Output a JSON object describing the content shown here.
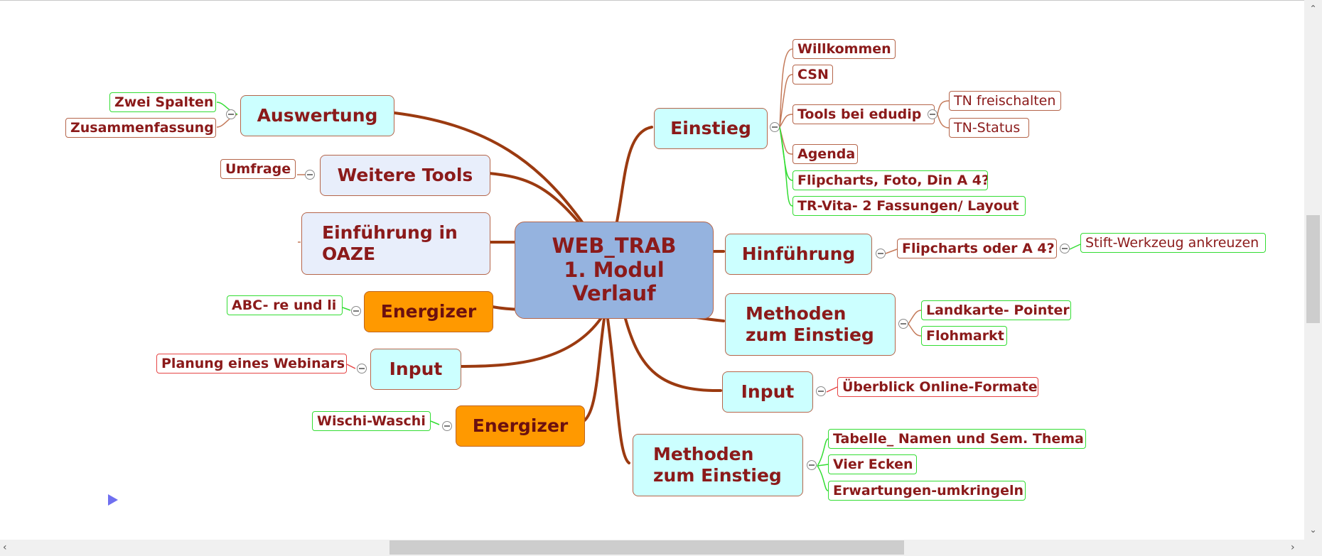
{
  "center": {
    "label": "WEB_TRAB\n1. Modul\nVerlauf"
  },
  "left": [
    {
      "key": "auswertung",
      "label": "Auswertung",
      "children": [
        {
          "key": "zwei-spalten",
          "label": "Zwei Spalten"
        },
        {
          "key": "zusammenfassung",
          "label": "Zusammenfassung"
        }
      ]
    },
    {
      "key": "weitere-tools",
      "label": "Weitere Tools",
      "children": [
        {
          "key": "umfrage",
          "label": "Umfrage"
        }
      ]
    },
    {
      "key": "einfuehrung",
      "label": "Einführung in\nOAZE",
      "children": []
    },
    {
      "key": "energizer-1",
      "label": "Energizer",
      "children": [
        {
          "key": "abc",
          "label": "ABC- re und li"
        }
      ]
    },
    {
      "key": "input-left",
      "label": "Input",
      "children": [
        {
          "key": "planung",
          "label": "Planung eines Webinars"
        }
      ]
    },
    {
      "key": "energizer-2",
      "label": "Energizer",
      "children": [
        {
          "key": "wischi",
          "label": "Wischi-Waschi"
        }
      ]
    }
  ],
  "right": [
    {
      "key": "einstieg",
      "label": "Einstieg",
      "children": [
        {
          "key": "willkommen",
          "label": "Willkommen"
        },
        {
          "key": "csn",
          "label": "CSN"
        },
        {
          "key": "tools-edudip",
          "label": "Tools bei edudip",
          "children": [
            {
              "key": "tn-freischalten",
              "label": "TN freischalten"
            },
            {
              "key": "tn-status",
              "label": "TN-Status"
            }
          ]
        },
        {
          "key": "agenda",
          "label": "Agenda"
        },
        {
          "key": "flipcharts-foto",
          "label": "Flipcharts, Foto, Din A 4?"
        },
        {
          "key": "tr-vita",
          "label": "TR-Vita- 2 Fassungen/ Layout"
        }
      ]
    },
    {
      "key": "hinfuehrung",
      "label": "Hinführung",
      "children": [
        {
          "key": "flipcharts-a4",
          "label": "Flipcharts oder A 4?",
          "children": [
            {
              "key": "stift",
              "label": "Stift-Werkzeug ankreuzen"
            }
          ]
        }
      ]
    },
    {
      "key": "methoden-1",
      "label": "Methoden\nzum Einstieg",
      "children": [
        {
          "key": "landkarte",
          "label": "Landkarte- Pointer"
        },
        {
          "key": "flohmarkt",
          "label": "Flohmarkt"
        }
      ]
    },
    {
      "key": "input-right",
      "label": "Input",
      "children": [
        {
          "key": "ueberblick",
          "label": "Überblick Online-Formate"
        }
      ]
    },
    {
      "key": "methoden-2",
      "label": "Methoden\nzum Einstieg",
      "children": [
        {
          "key": "tabelle",
          "label": "Tabelle_ Namen und Sem. Thema"
        },
        {
          "key": "vier-ecken",
          "label": "Vier Ecken"
        },
        {
          "key": "erwartungen",
          "label": "Erwartungen-umkringeln"
        }
      ]
    }
  ],
  "colors": {
    "branch": "#9b3a10",
    "link_brown": "#c47a5a",
    "link_green": "#33dd33",
    "topic_cyan": "#ccffff",
    "topic_lavender": "#e8eefb",
    "topic_orange": "#ff9900",
    "center_fill": "#95b3df",
    "text": "#8b1a1a"
  },
  "icons": {
    "collapse": "circle-minus-icon",
    "play": "play-triangle-icon"
  }
}
